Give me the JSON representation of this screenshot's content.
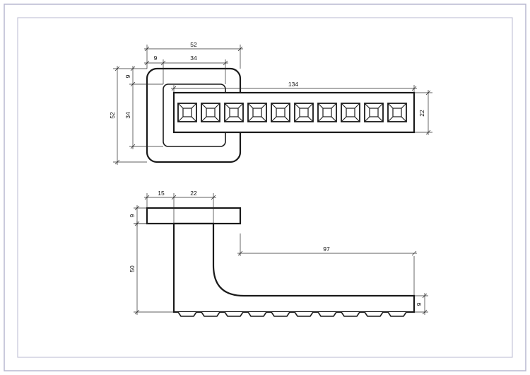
{
  "colors": {
    "frame": "#b8b8d0",
    "outline": "#1a1a1a",
    "dimension": "#2a2a2a",
    "background": "#ffffff"
  },
  "top_view": {
    "rosette_width": "52",
    "rosette_height": "52",
    "rosette_border_x": "9",
    "rosette_border_y": "9",
    "neck_width": "34",
    "neck_height": "34",
    "lever_length": "134",
    "lever_height": "22",
    "stud_count": 10
  },
  "side_view": {
    "rosette_offset": "15",
    "neck_width": "22",
    "rosette_thickness": "9",
    "lever_reach": "97",
    "total_height": "50",
    "lever_thickness": "9",
    "stud_count": 10
  }
}
